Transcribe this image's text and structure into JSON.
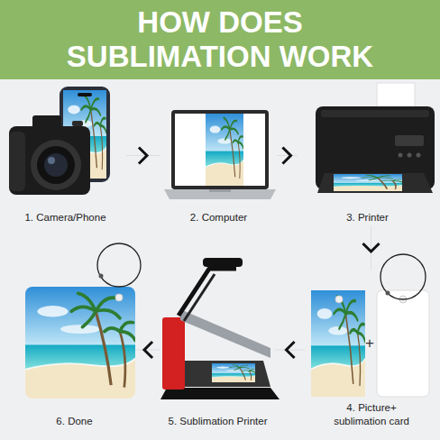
{
  "diagram": {
    "title": "HOW DOES SUBLIMATION WORK",
    "nodes": [
      {
        "text": [
          "1. Camera/Phone"
        ]
      },
      {
        "text": [
          "2. Computer"
        ]
      },
      {
        "text": [
          "3. Printer"
        ]
      },
      {
        "text": [
          "4. Picture+ sublimation card"
        ]
      },
      {
        "text": [
          "5. Sublimation Printer"
        ]
      },
      {
        "text": [
          "6. Done"
        ]
      }
    ],
    "edges": [
      {
        "from": 0,
        "to": 1,
        "arrow": "to"
      },
      {
        "from": 1,
        "to": 2,
        "arrow": "to"
      },
      {
        "from": 2,
        "to": 3,
        "arrow": "to"
      },
      {
        "from": 3,
        "to": 4,
        "arrow": "to"
      },
      {
        "from": 4,
        "to": 5,
        "arrow": "to"
      }
    ],
    "labels": [
      "+"
    ]
  }
}
